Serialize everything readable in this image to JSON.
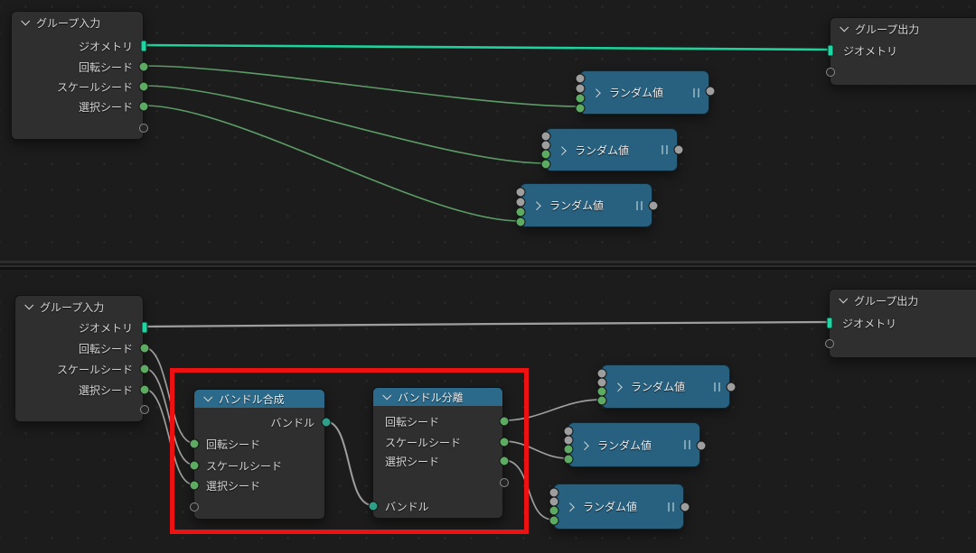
{
  "editor": {
    "kind": "geometry-node-editor",
    "panels": [
      "top-graph",
      "bottom-graph"
    ]
  },
  "nodes": {
    "group_input": {
      "title": "グループ入力",
      "sockets": {
        "geometry": "ジオメトリ",
        "rotation_seed": "回転シード",
        "scale_seed": "スケールシード",
        "selection_seed": "選択シード"
      }
    },
    "group_output": {
      "title": "グループ出力",
      "sockets": {
        "geometry": "ジオメトリ"
      }
    },
    "random_value": {
      "title": "ランダム値"
    },
    "combine_bundle": {
      "title": "バンドル合成",
      "sockets": {
        "bundle": "バンドル",
        "rotation_seed": "回転シード",
        "scale_seed": "スケールシード",
        "selection_seed": "選択シード"
      }
    },
    "separate_bundle": {
      "title": "バンドル分離",
      "sockets": {
        "rotation_seed": "回転シード",
        "scale_seed": "スケールシード",
        "selection_seed": "選択シード",
        "bundle": "バンドル"
      }
    }
  },
  "colors": {
    "editor_background": "#1c1c1c",
    "node_body": "#2f2f2f",
    "node_blue": "#27617f",
    "node_blue_header": "#2b6a8b",
    "wire_geometry": "#1dd39c",
    "wire_field": "#5c9c66",
    "wire_gray": "#9e9e9e",
    "socket_green": "#5dab62",
    "socket_gray": "#9e9e9e",
    "socket_geometry": "#1ed6a4",
    "socket_bundle": "#2f9e88",
    "annotation_red": "#ee1111"
  }
}
